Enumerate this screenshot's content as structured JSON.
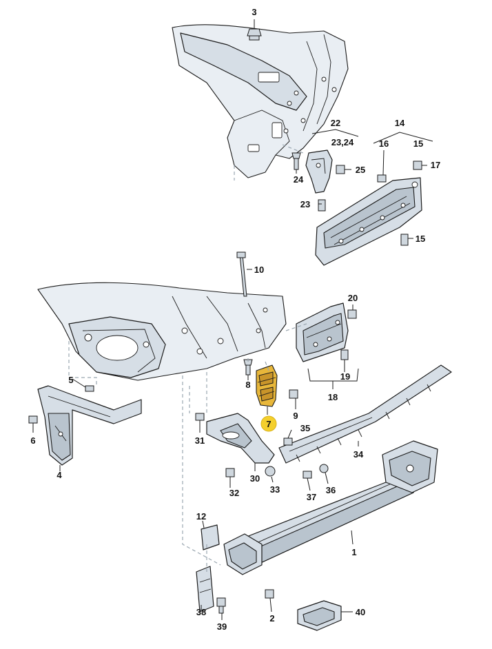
{
  "colors": {
    "highlight": "#e8b73a",
    "badge": "#f4cf2c",
    "part_fill": "#d6dee6",
    "line": "#1a1a1a"
  },
  "callouts": {
    "c1": "1",
    "c2": "2",
    "c3": "3",
    "c4": "4",
    "c5": "5",
    "c6": "6",
    "c7": "7",
    "c8": "8",
    "c9": "9",
    "c10": "10",
    "c12": "12",
    "c14": "14",
    "c15a": "15",
    "c15b": "15",
    "c16": "16",
    "c17": "17",
    "c18": "18",
    "c19": "19",
    "c20": "20",
    "c22": "22",
    "c23": "23",
    "c2324": "23,24",
    "c24": "24",
    "c25": "25",
    "c30": "30",
    "c31": "31",
    "c32": "32",
    "c33": "33",
    "c34": "34",
    "c35": "35",
    "c36": "36",
    "c37": "37",
    "c38": "38",
    "c39": "39",
    "c40": "40"
  }
}
